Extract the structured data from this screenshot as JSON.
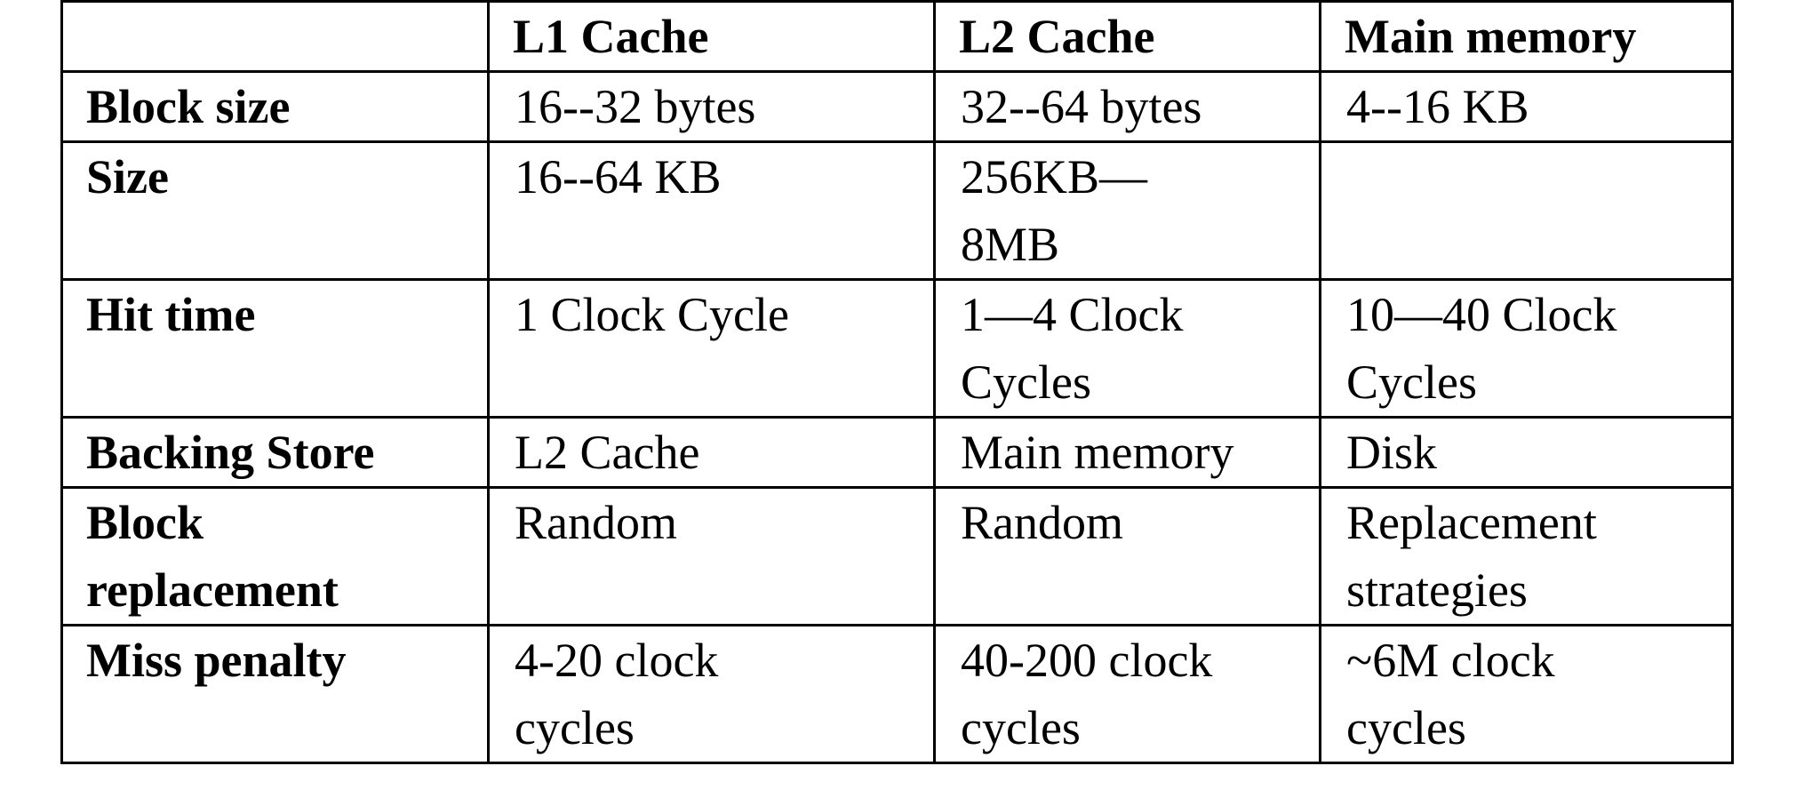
{
  "headers": [
    "",
    "L1 Cache",
    "L2 Cache",
    "Main memory"
  ],
  "rows": [
    {
      "label": "Block size",
      "cells": [
        "16--32 bytes",
        "32--64 bytes",
        "4--16 KB"
      ],
      "lines": 1
    },
    {
      "label": "Size",
      "cells": [
        "16--64 KB",
        "256KB—\n8MB",
        ""
      ],
      "lines": 2
    },
    {
      "label": "Hit time",
      "cells": [
        "1 Clock Cycle",
        "1—4 Clock\nCycles",
        "10—40 Clock\nCycles"
      ],
      "lines": 2
    },
    {
      "label": "Backing Store",
      "cells": [
        "L2 Cache",
        "Main memory",
        "Disk"
      ],
      "lines": 1
    },
    {
      "label": "Block\nreplacement",
      "cells": [
        "Random",
        "Random",
        "Replacement\nstrategies"
      ],
      "lines": 2
    },
    {
      "label": "Miss penalty",
      "cells": [
        "4-20 clock\ncycles",
        "40-200 clock\ncycles",
        "~6M clock\ncycles"
      ],
      "lines": 2
    }
  ]
}
